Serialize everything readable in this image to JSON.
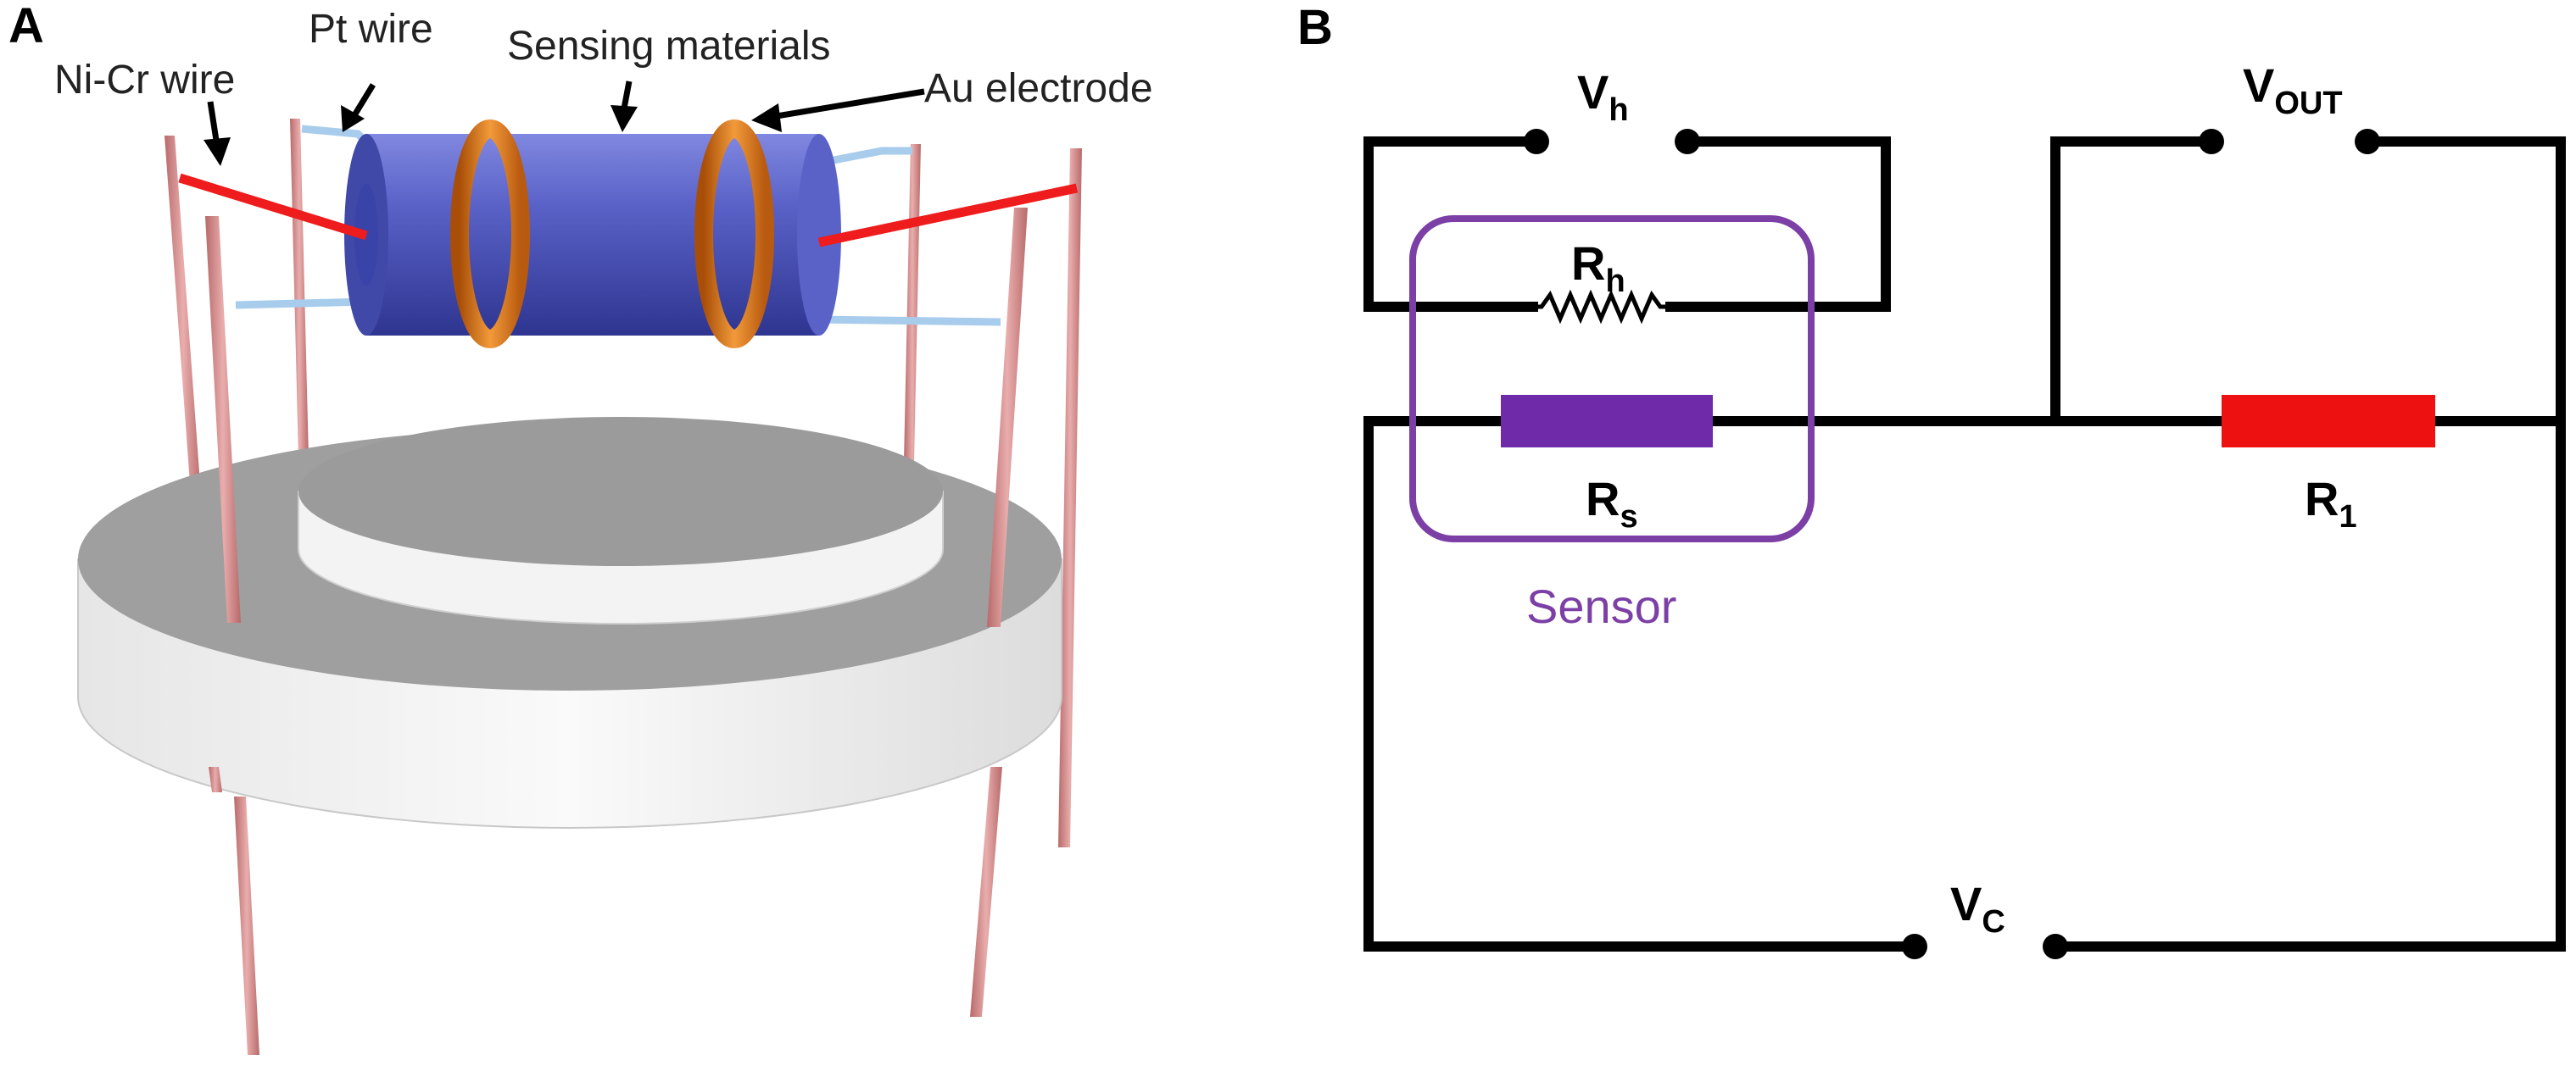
{
  "panels": {
    "a": {
      "letter": "A",
      "callouts": {
        "nicr": "Ni-Cr wire",
        "pt": "Pt wire",
        "sensing": "Sensing materials",
        "au": "Au electrode"
      }
    },
    "b": {
      "letter": "B",
      "labels": {
        "vh": {
          "main": "V",
          "sub": "h"
        },
        "vout": {
          "main": "V",
          "sub": "OUT"
        },
        "rh": {
          "main": "R",
          "sub": "h"
        },
        "rs": {
          "main": "R",
          "sub": "s"
        },
        "r1": {
          "main": "R",
          "sub": "1"
        },
        "vc": {
          "main": "V",
          "sub": "C"
        }
      },
      "sensor_label": "Sensor"
    }
  },
  "colors": {
    "sensing_tube": "#4a52b8",
    "au_band": "#e07a1c",
    "nicr_wire": "#ee1c1c",
    "pt_wire": "#a8ccec",
    "pin": "#d49090",
    "base_disc": "#d8d8d8",
    "sensor_box": "#7b3fa6",
    "rs_fill": "#6e2aa8",
    "r1_fill": "#ee1111"
  }
}
